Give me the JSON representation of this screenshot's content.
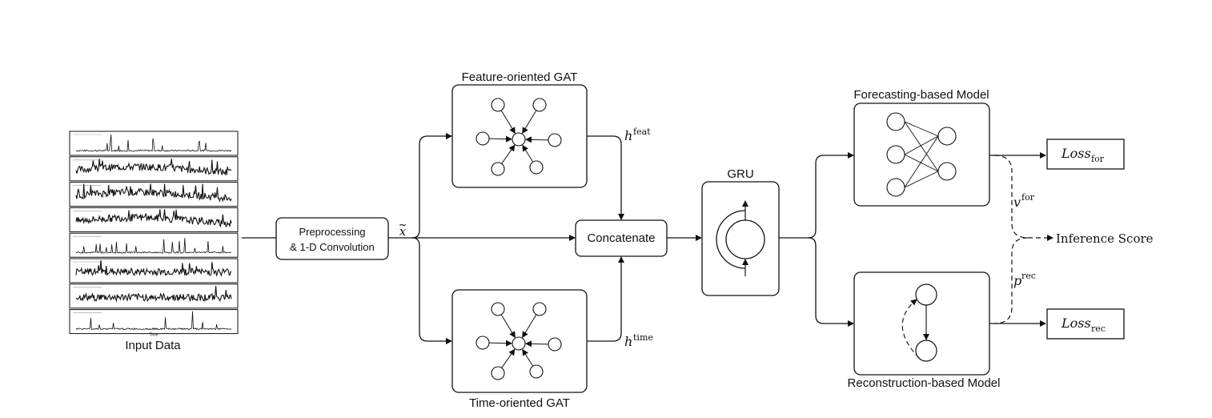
{
  "input": {
    "label": "Input Data",
    "panel_count": 8,
    "time_axis": "Time"
  },
  "preprocess": {
    "line1": "Preprocessing",
    "line2": "& 1-D Convolution"
  },
  "x_tilde": {
    "symbol": "x",
    "accent": "~"
  },
  "feature_gat": {
    "title": "Feature-oriented GAT"
  },
  "time_gat": {
    "title": "Time-oriented GAT"
  },
  "h_feat": {
    "base": "h",
    "sup": "feat"
  },
  "h_time": {
    "base": "h",
    "sup": "time"
  },
  "concat": {
    "label": "Concatenate"
  },
  "gru": {
    "title": "GRU"
  },
  "forecast": {
    "title": "Forecasting-based Model"
  },
  "reconstruct": {
    "title": "Reconstruction-based Model"
  },
  "v_for": {
    "base": "v",
    "sup": "for"
  },
  "p_rec": {
    "base": "p",
    "sup": "rec"
  },
  "inference": {
    "label": "Inference Score"
  },
  "loss_for": {
    "base": "Loss",
    "sub": "for"
  },
  "loss_rec": {
    "base": "Loss",
    "sub": "rec"
  }
}
